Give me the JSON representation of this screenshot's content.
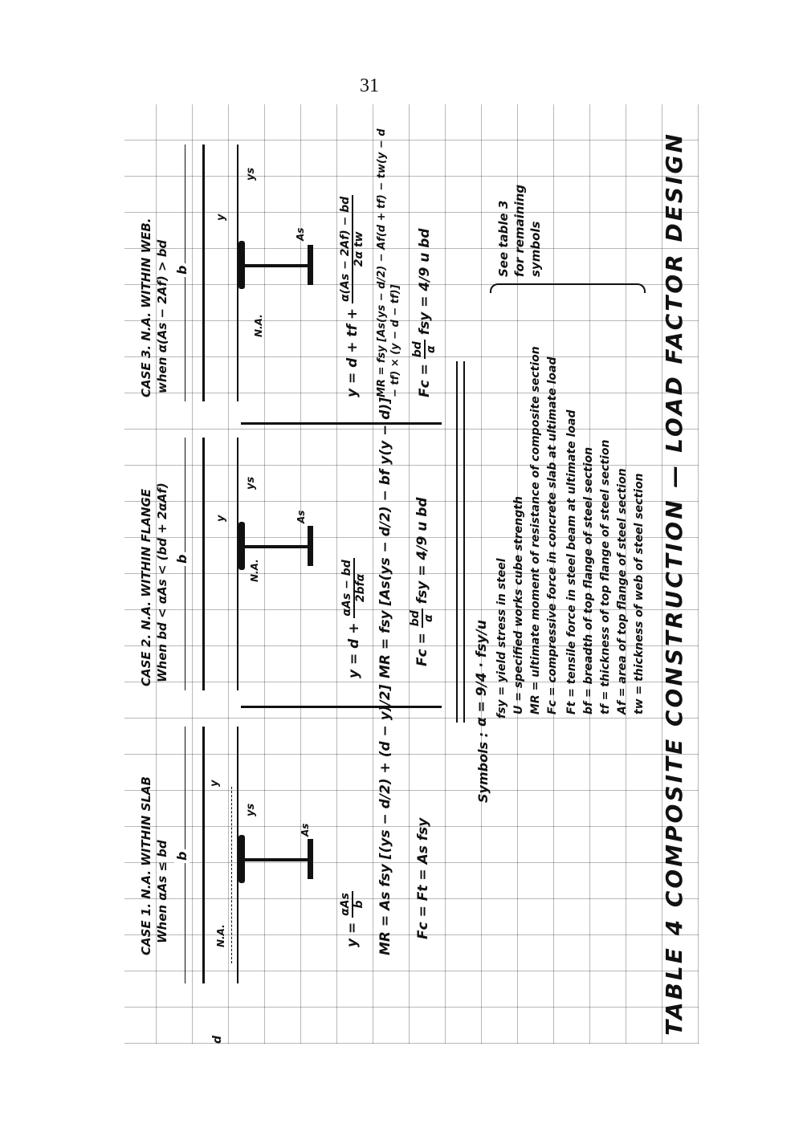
{
  "page_number": "31",
  "cases": [
    {
      "title": "CASE 1. N.A. WITHIN SLAB",
      "condition": "When αAs ≤ bd",
      "labels": {
        "width": "b",
        "na": "N.A.",
        "y": "y",
        "ys": "ys",
        "d": "d",
        "as": "As"
      },
      "equations": [
        {
          "lhs": "y =",
          "num": "αAs",
          "den": "b",
          "rest": ""
        },
        {
          "lhs": "MR = As fsy",
          "num": "",
          "den": "",
          "rest": "[(ys − d/2) + (d − y)/2]"
        },
        {
          "lhs": "Fc = Ft = As fsy",
          "num": "",
          "den": "",
          "rest": ""
        }
      ]
    },
    {
      "title": "CASE 2. N.A. WITHIN FLANGE",
      "condition": "When bd < αAs < (bd + 2αAf)",
      "labels": {
        "width": "b",
        "na": "N.A.",
        "y": "y",
        "ys": "ys",
        "as": "As"
      },
      "equations": [
        {
          "lhs": "y = d +",
          "num": "αAs − bd",
          "den": "2bfα",
          "rest": ""
        },
        {
          "lhs": "MR = fsy",
          "num": "",
          "den": "",
          "rest": "[As(ys − d/2) − bf y(y − d)]"
        },
        {
          "lhs": "Fc =",
          "num": "bd",
          "den": "α",
          "rest": "fsy = 4/9 u bd"
        }
      ]
    },
    {
      "title": "CASE 3. N.A. WITHIN WEB.",
      "condition": "when α(As − 2Af) > bd",
      "labels": {
        "width": "b",
        "na": "N.A.",
        "y": "y",
        "ys": "ys",
        "as": "As"
      },
      "equations": [
        {
          "lhs": "y = d + tf +",
          "num": "α(As − 2Af) − bd",
          "den": "2α tw",
          "rest": ""
        },
        {
          "lhs": "MR = fsy",
          "num": "",
          "den": "",
          "rest": "[As(ys − d/2) − Af(d + tf) − tw(y − d − tf) × (y − d − tf)]"
        },
        {
          "lhs": "Fc =",
          "num": "bd",
          "den": "α",
          "rest": "fsy = 4/9 u bd"
        }
      ]
    }
  ],
  "symbols": {
    "heading": "Symbols :",
    "alpha_def": "α = 9/4 · fsy/u",
    "items": [
      "fsy = yield stress in steel",
      "U = specified works cube strength",
      "MR = ultimate moment of resistance of composite section",
      "Fc = compressive force in concrete slab at ultimate load",
      "Ft = tensile force in steel beam at ultimate load",
      "bf = breadth of top flange of steel section",
      "tf = thickness of top flange of steel section",
      "Af = area of top flange of steel section",
      "tw = thickness of web of steel section"
    ],
    "note_lines": [
      "See table 3",
      "for remaining",
      "symbols"
    ]
  },
  "table_title": "TABLE 4   COMPOSITE CONSTRUCTION — LOAD FACTOR DESIGN"
}
